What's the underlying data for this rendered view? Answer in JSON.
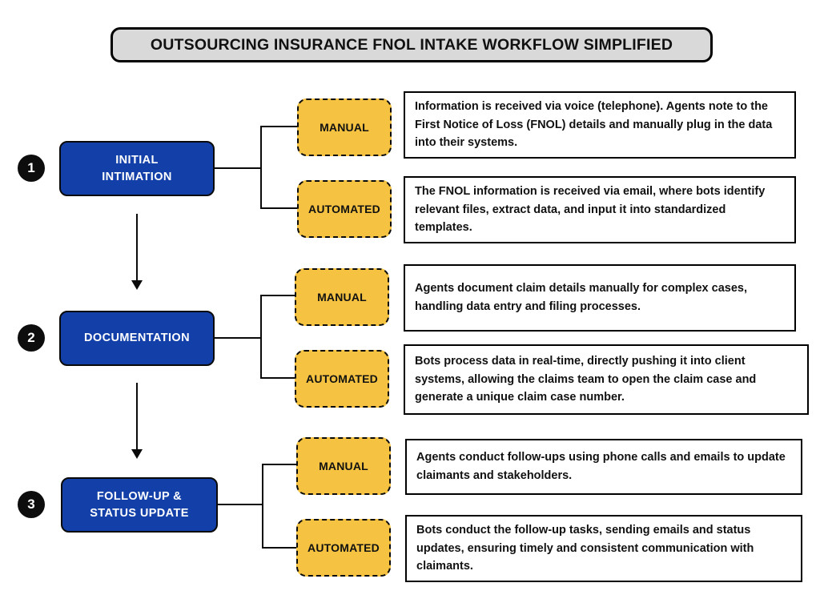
{
  "title": "OUTSOURCING INSURANCE FNOL INTAKE WORKFLOW SIMPLIFIED",
  "colors": {
    "stage_fill": "#1340a8",
    "mode_fill": "#f5c341",
    "title_fill": "#d9d9d9",
    "outline": "#0a0a0a",
    "badge_fill": "#0d0d0d",
    "page_background": "#ffffff"
  },
  "stages": [
    {
      "number": "1",
      "label": "INITIAL\nINTIMATION",
      "branches": [
        {
          "mode": "MANUAL",
          "description": "Information is received via voice (telephone). Agents note to the First Notice of Loss (FNOL) details and manually plug in the data into their systems."
        },
        {
          "mode": "AUTOMATED",
          "description": "The FNOL information is received via email, where bots identify relevant files, extract data, and input it into standardized templates."
        }
      ]
    },
    {
      "number": "2",
      "label": "DOCUMENTATION",
      "branches": [
        {
          "mode": "MANUAL",
          "description": "Agents document claim details manually for complex cases, handling data entry and filing processes."
        },
        {
          "mode": "AUTOMATED",
          "description": "Bots process data in real-time, directly pushing it into client systems, allowing the claims team to open the claim case and generate a unique claim case number."
        }
      ]
    },
    {
      "number": "3",
      "label": "FOLLOW-UP &\nSTATUS UPDATE",
      "branches": [
        {
          "mode": "MANUAL",
          "description": "Agents conduct follow-ups using phone calls and emails to update claimants and stakeholders."
        },
        {
          "mode": "AUTOMATED",
          "description": "Bots conduct the follow-up tasks, sending emails and status updates, ensuring timely and consistent communication with claimants."
        }
      ]
    }
  ]
}
